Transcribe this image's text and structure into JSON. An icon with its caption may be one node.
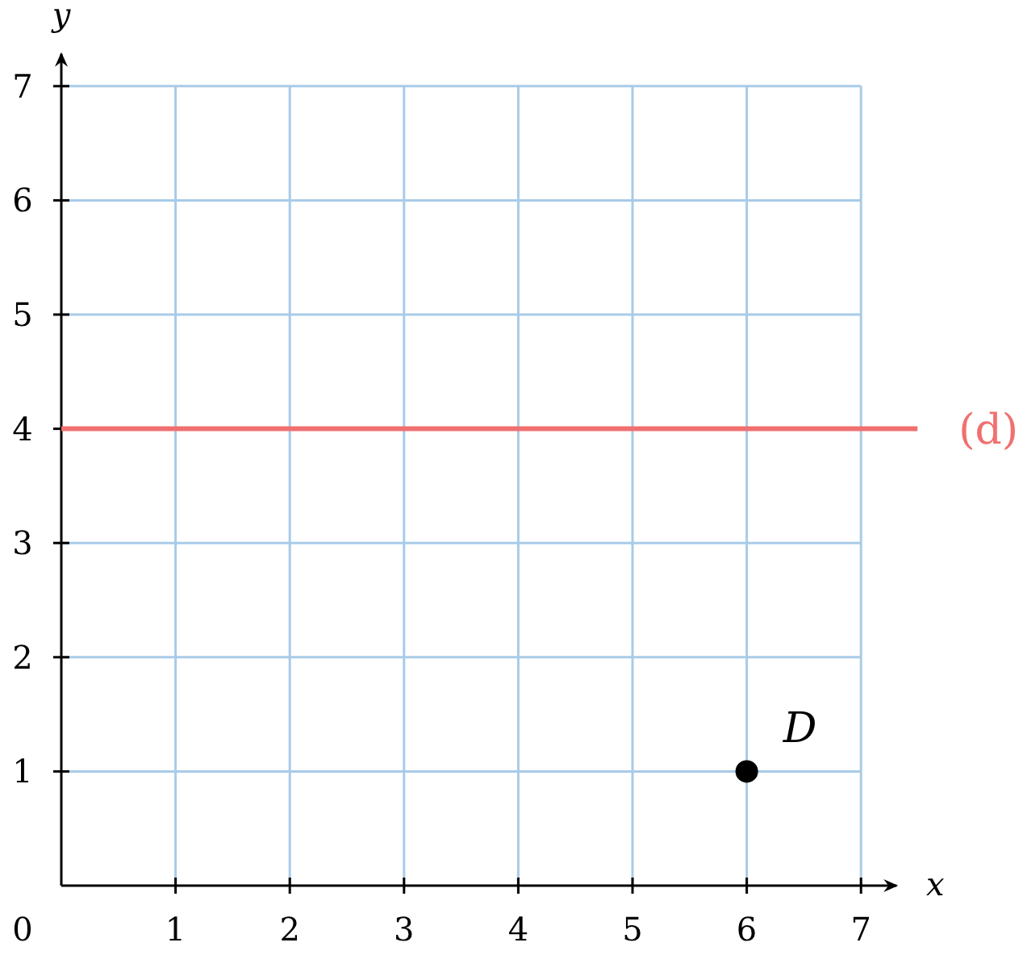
{
  "diagram": {
    "labels": [
      "0"
    ],
    "chart_data": {
      "type": "line",
      "xlabel": "x",
      "ylabel": "y",
      "x": [
        0,
        7
      ],
      "grid": true,
      "series": [
        {
          "name": "(d)",
          "color": "#f07070",
          "values": [
            4,
            4
          ]
        }
      ],
      "xlim": [
        0,
        7
      ],
      "ylim": [
        0,
        7
      ],
      "xticks": [
        1,
        2,
        3,
        4,
        5,
        6,
        7
      ],
      "yticks": [
        1,
        2,
        3,
        4,
        5,
        6,
        7
      ],
      "annotations": [
        {
          "text": "D",
          "x": 6,
          "y": 1
        }
      ]
    }
  }
}
